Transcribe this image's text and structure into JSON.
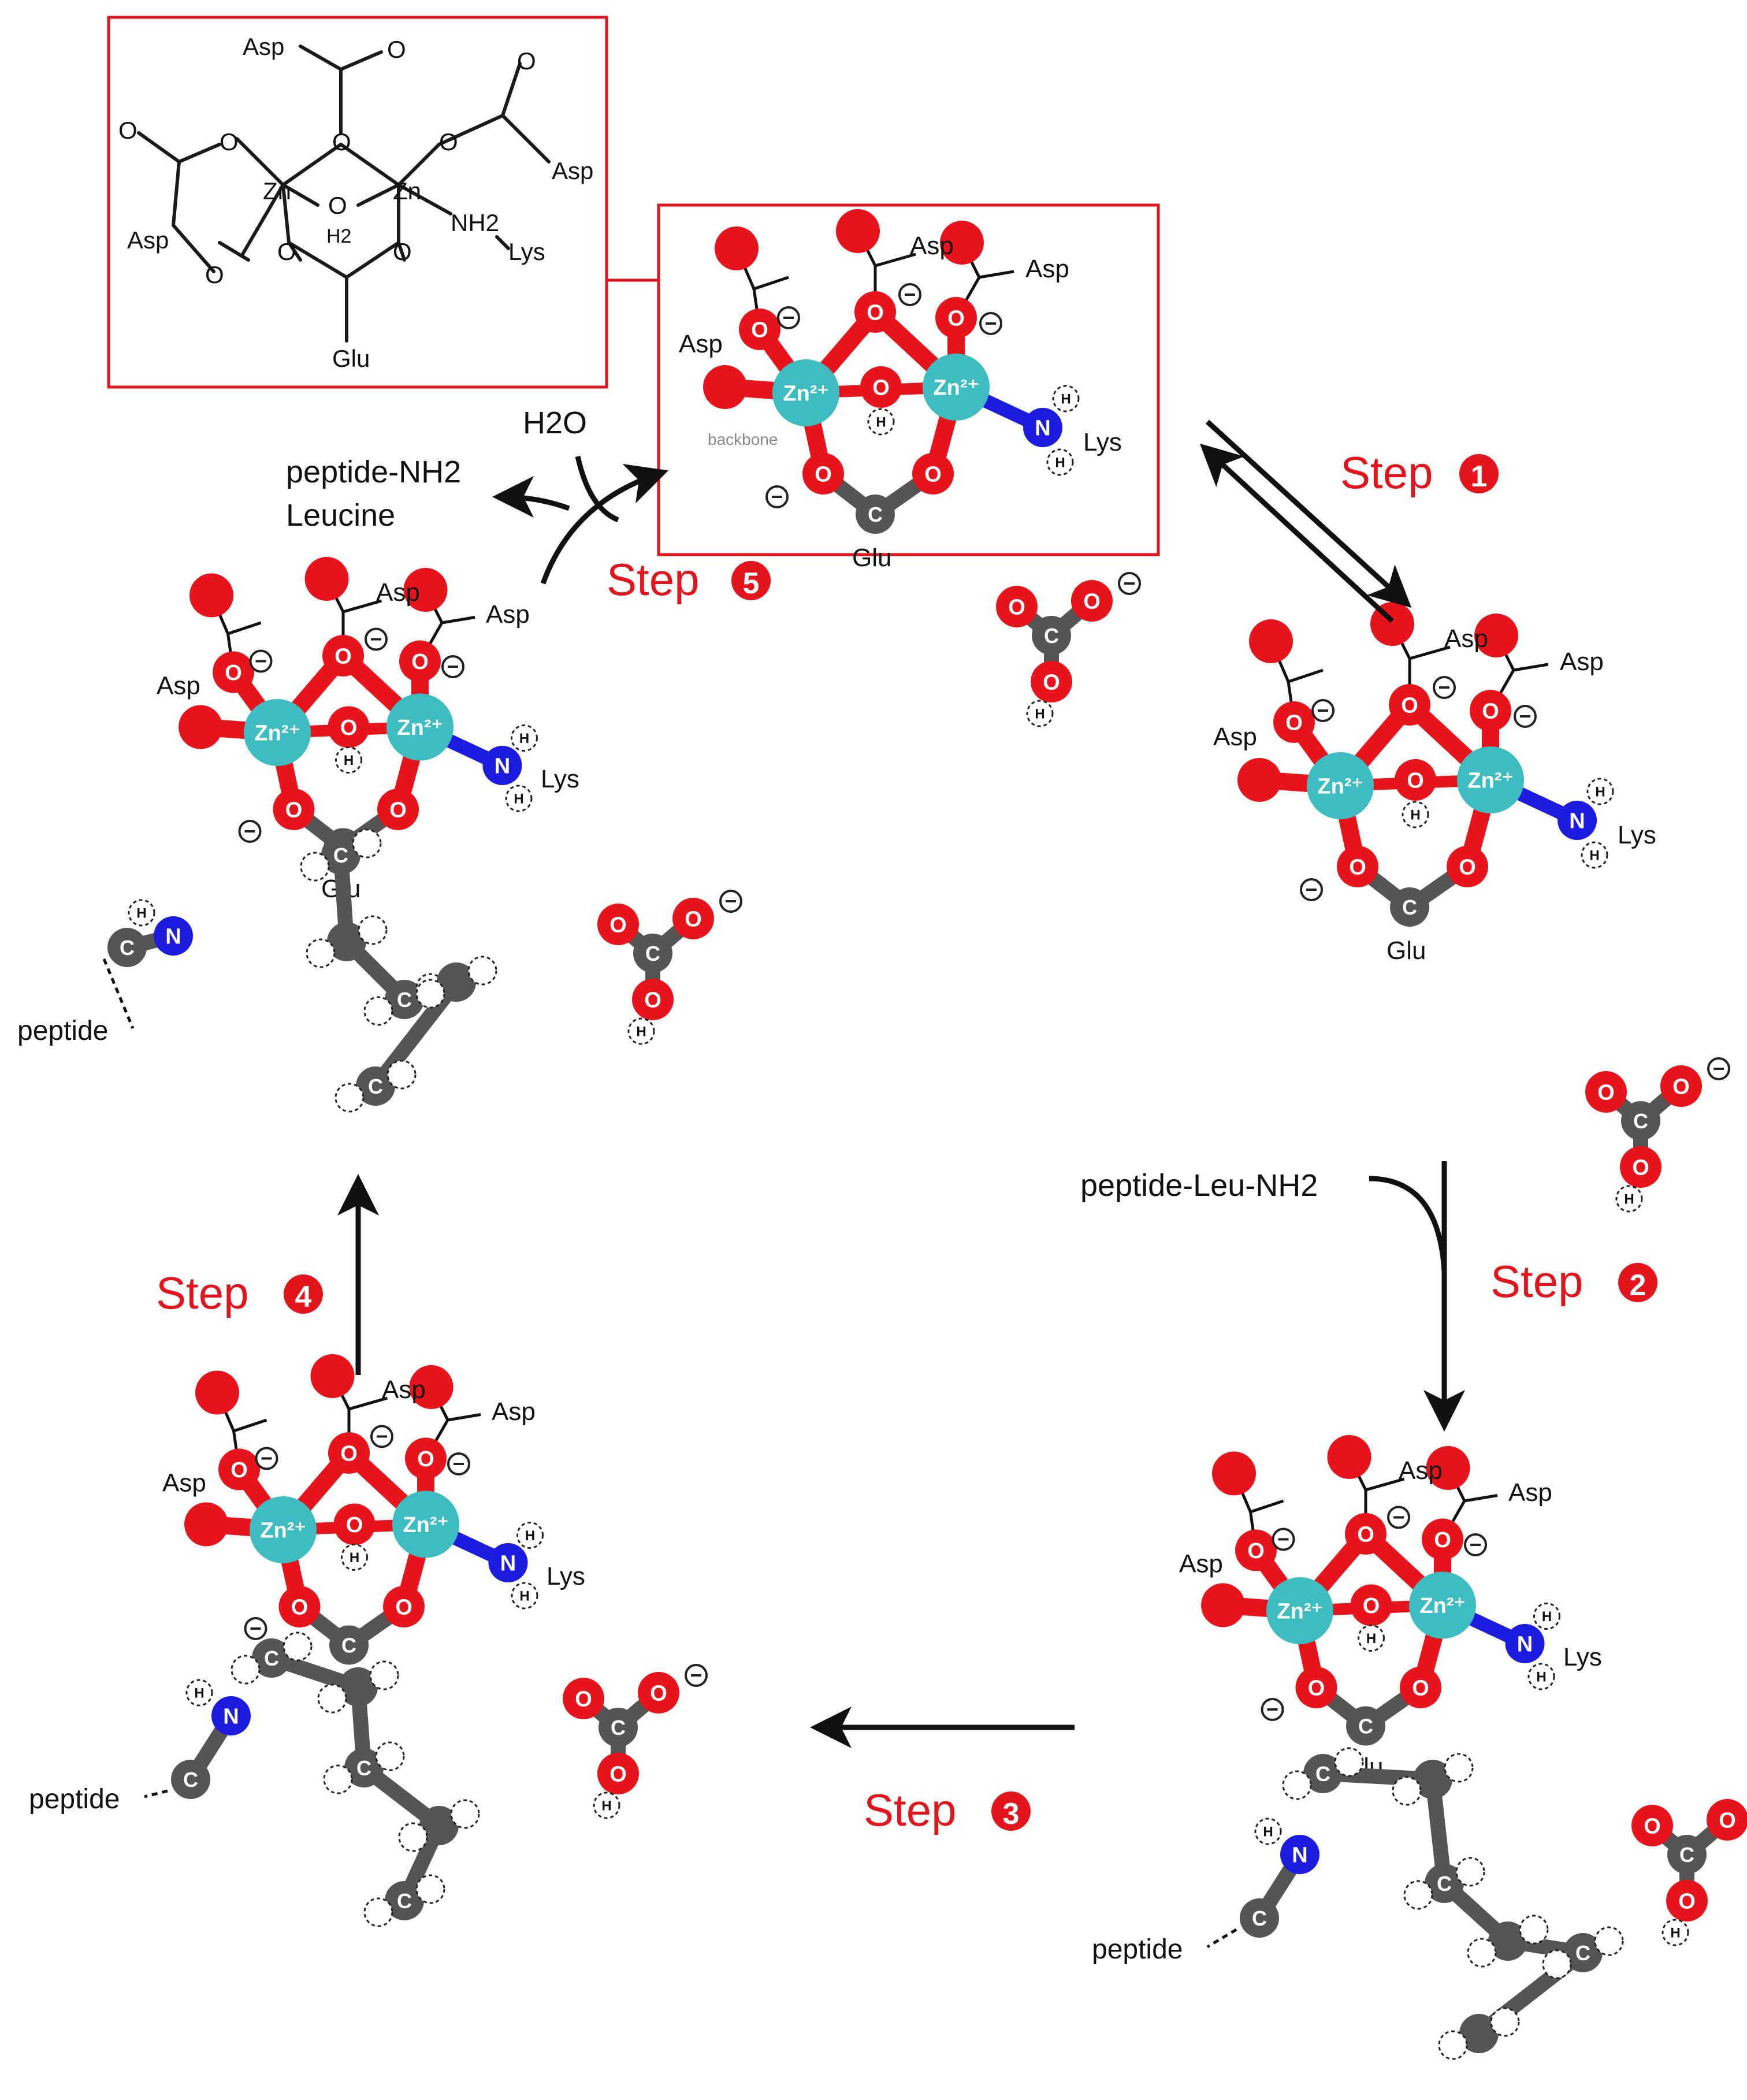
{
  "inset_scheme": {
    "labels": {
      "asp_top": "Asp",
      "asp_right": "Asp",
      "asp_left": "Asp",
      "glu": "Glu",
      "lys": "Lys",
      "zn1": "Zn",
      "zn2": "Zn",
      "water": "O",
      "water_h": "H2",
      "nh2": "NH2",
      "o": "O"
    }
  },
  "steps": {
    "step1": {
      "label": "Step",
      "num": "1"
    },
    "step2": {
      "label": "Step",
      "num": "2"
    },
    "step3": {
      "label": "Step",
      "num": "3"
    },
    "step4": {
      "label": "Step",
      "num": "4"
    },
    "step5": {
      "label": "Step",
      "num": "5"
    }
  },
  "reagents": {
    "water": "H2O",
    "product_peptide": "peptide-NH2",
    "product_leucine": "Leucine",
    "substrate": "peptide-Leu-NH2"
  },
  "residues": {
    "asp": "Asp",
    "lys": "Lys",
    "glu": "Glu",
    "backbone": "backbone",
    "peptide": "peptide"
  },
  "atoms": {
    "zn": "Zn²⁺",
    "o": "O",
    "n": "N",
    "c": "C",
    "h": "H"
  },
  "colors": {
    "oxygen": "#e8141b",
    "zinc": "#3dbdbf",
    "nitrogen": "#1c1ce0",
    "carbon": "#555555",
    "highlight_box": "#e3141b"
  }
}
